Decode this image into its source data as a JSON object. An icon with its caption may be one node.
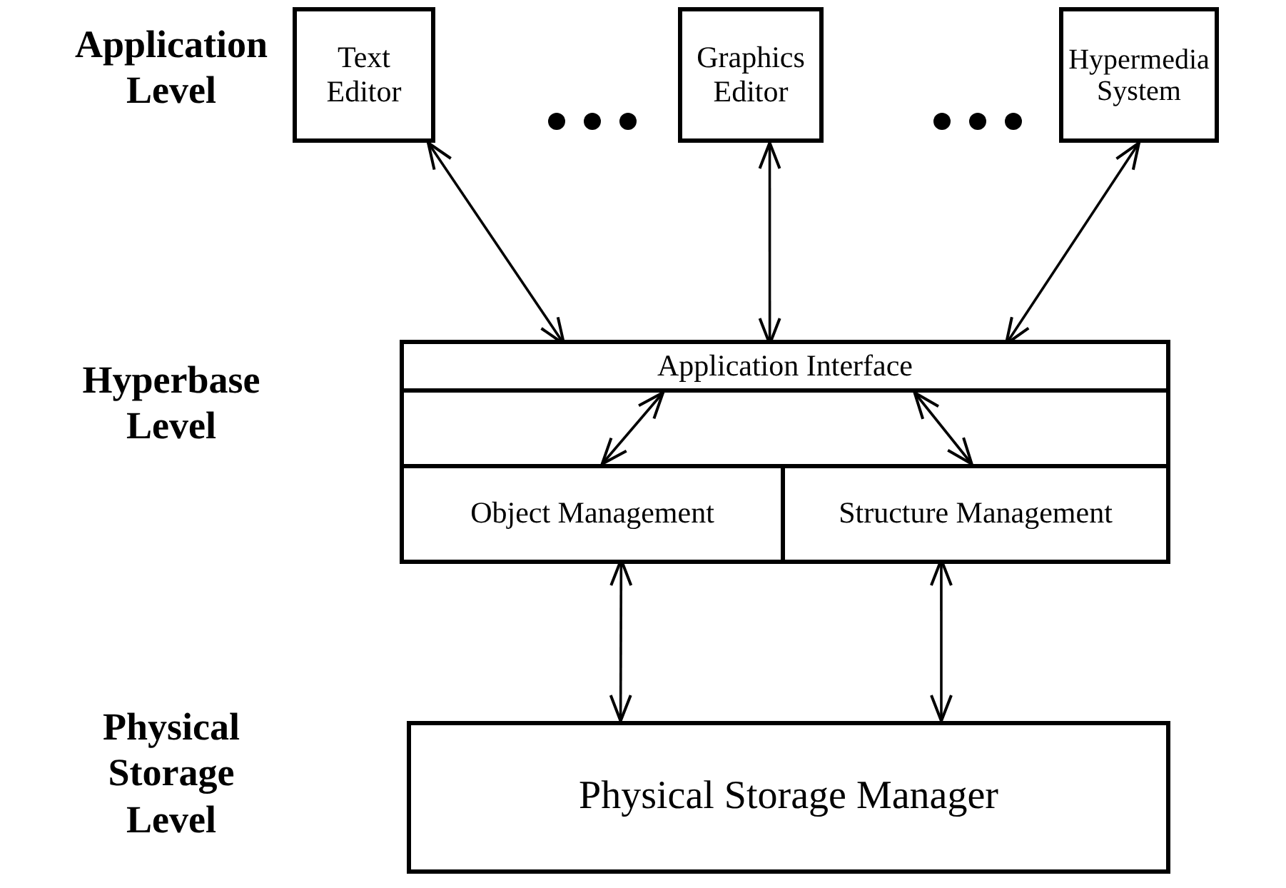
{
  "diagram": {
    "nodes": [
      {
        "text": [
          "Text Editor"
        ]
      },
      {
        "text": [
          "Graphics Editor"
        ]
      },
      {
        "text": [
          "Hypermedia System"
        ]
      },
      {
        "text": [],
        "shape": "box"
      },
      {
        "text": [
          "Application Interface"
        ],
        "in": 3
      },
      {
        "text": [
          "Object Management"
        ],
        "in": 3
      },
      {
        "text": [
          "Structure Management"
        ],
        "in": 3
      },
      {
        "text": [
          "Physical Storage Manager"
        ]
      }
    ],
    "edges": [
      {
        "from": 0,
        "to": 4,
        "arrow": "both"
      },
      {
        "from": 1,
        "to": 4,
        "arrow": "both"
      },
      {
        "from": 2,
        "to": 4,
        "arrow": "both"
      },
      {
        "from": 5,
        "to": 4,
        "arrow": "both"
      },
      {
        "from": 6,
        "to": 4,
        "arrow": "both"
      },
      {
        "from": 5,
        "to": 7,
        "arrow": "both"
      },
      {
        "from": 6,
        "to": 7,
        "arrow": "both"
      }
    ],
    "labels": [
      "Application Level",
      "Hyperbase Level",
      "Physical Storage Level"
    ]
  }
}
